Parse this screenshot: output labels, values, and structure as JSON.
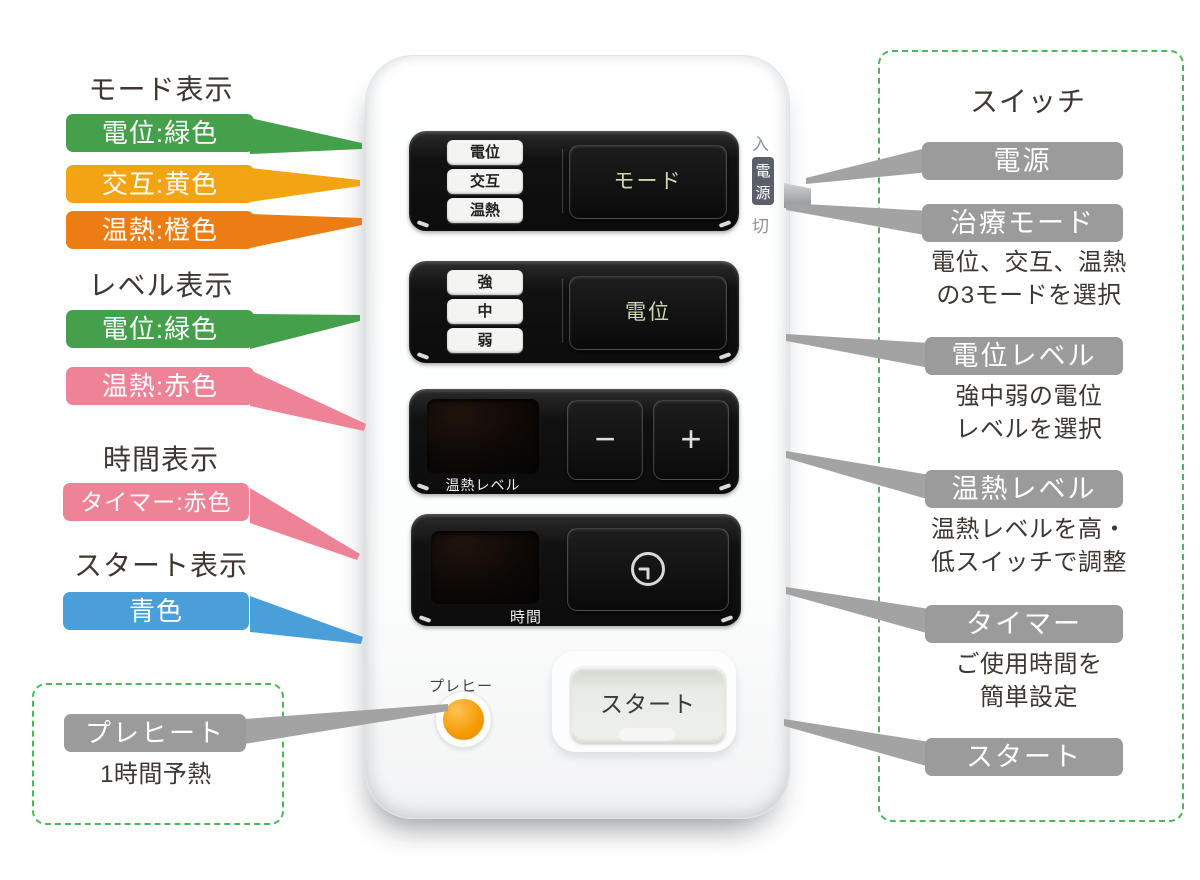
{
  "left": {
    "mode_heading": "モード表示",
    "mode_labels": [
      {
        "text": "電位:緑色",
        "color": "#45a04b"
      },
      {
        "text": "交互:黄色",
        "color": "#f3a412"
      },
      {
        "text": "温熱:橙色",
        "color": "#ec7c14"
      }
    ],
    "level_heading": "レベル表示",
    "level_labels": [
      {
        "text": "電位:緑色",
        "color": "#45a04b"
      },
      {
        "text": "温熱:赤色",
        "color": "#ee8398"
      }
    ],
    "time_heading": "時間表示",
    "time_label": {
      "text": "タイマー:赤色",
      "color": "#ee8398"
    },
    "start_heading": "スタート表示",
    "start_label": {
      "text": "青色",
      "color": "#4b9fd8"
    },
    "preheat_box": {
      "label": "プレヒート",
      "description": "1時間予熱"
    }
  },
  "device": {
    "power": {
      "on": "入",
      "badge": "電源",
      "off": "切"
    },
    "mode_panel": {
      "indicators": [
        "電位",
        "交互",
        "温熱"
      ],
      "button": "モード"
    },
    "level_panel": {
      "indicators": [
        "強",
        "中",
        "弱"
      ],
      "button": "電位"
    },
    "heat_panel": {
      "label": "温熱レベル",
      "minus": "−",
      "plus": "+"
    },
    "time_panel": {
      "label": "時間",
      "button_icon": "clock-icon"
    },
    "preheat_label": "プレヒート",
    "start_label": "スタート"
  },
  "right": {
    "heading": "スイッチ",
    "items": [
      {
        "label": "電源",
        "desc": []
      },
      {
        "label": "治療モード",
        "desc": [
          "電位、交互、温熱",
          "の3モードを選択"
        ]
      },
      {
        "label": "電位レベル",
        "desc": [
          "強中弱の電位",
          "レベルを選択"
        ]
      },
      {
        "label": "温熱レベル",
        "desc": [
          "温熱レベルを高・",
          "低スイッチで調整"
        ]
      },
      {
        "label": "タイマー",
        "desc": [
          "ご使用時間を",
          "簡単設定"
        ]
      },
      {
        "label": "スタート",
        "desc": []
      }
    ]
  },
  "colors": {
    "green": "#45a04b",
    "yellow": "#f3a412",
    "orange": "#ec7c14",
    "pink": "#ee8398",
    "blue": "#4b9fd8",
    "gray_label": "#9b9b9b",
    "gray_line": "#a3a3a3",
    "dashed_border": "#4db656",
    "preheat_button": "#f59b04"
  }
}
